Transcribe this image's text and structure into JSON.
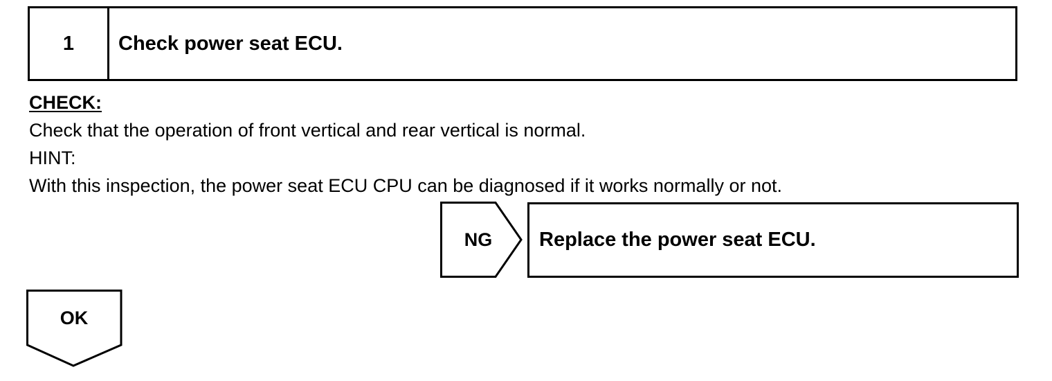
{
  "step": {
    "number": "1",
    "title": "Check power seat ECU."
  },
  "check": {
    "label": "CHECK:",
    "text": "Check that the operation of front vertical and rear vertical is normal."
  },
  "hint": {
    "label": "HINT:",
    "text": "With this inspection, the power seat ECU CPU can be diagnosed if it works normally or not."
  },
  "ng": {
    "label": "NG",
    "action": "Replace the power seat ECU."
  },
  "ok": {
    "label": "OK"
  }
}
